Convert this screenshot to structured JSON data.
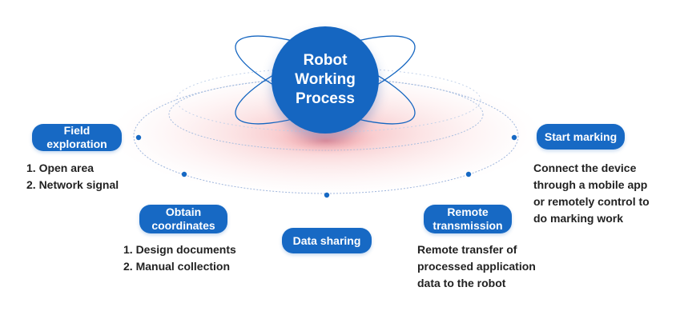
{
  "center": {
    "title": "Robot\nWorking\nProcess"
  },
  "colors": {
    "accent": "#1769c4",
    "glow": "#f7b8bc",
    "text": "#222222"
  },
  "steps": [
    {
      "label": "Field\nexploration",
      "lines": [
        "1. Open area",
        "2. Network signal"
      ]
    },
    {
      "label": "Obtain\ncoordinates",
      "lines": [
        "1. Design documents",
        "2. Manual collection"
      ]
    },
    {
      "label": "Data sharing",
      "lines": []
    },
    {
      "label": "Remote\ntransmission",
      "lines": [
        "Remote transfer of",
        "processed application",
        "data to the robot"
      ]
    },
    {
      "label": "Start marking",
      "lines": [
        "Connect the device",
        "through a mobile app",
        "or remotely control to",
        "do marking work"
      ]
    }
  ]
}
